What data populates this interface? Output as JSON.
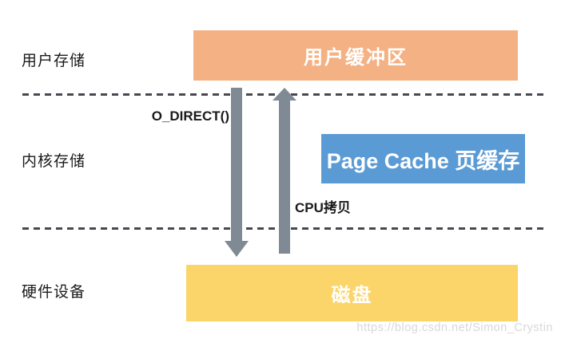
{
  "diagram": {
    "layers": {
      "user": {
        "label": "用户存储"
      },
      "kernel": {
        "label": "内核存储"
      },
      "hardware": {
        "label": "硬件设备"
      }
    },
    "boxes": {
      "user_buffer": {
        "label": "用户缓冲区",
        "color": "#F4B183"
      },
      "page_cache": {
        "label": "Page Cache 页缓存",
        "color": "#5B9BD5"
      },
      "disk": {
        "label": "磁盘",
        "color": "#FBD56A"
      }
    },
    "arrows": {
      "odirect": {
        "label": "O_DIRECT()",
        "direction": "down",
        "color": "#7F8A95"
      },
      "cpu_copy": {
        "label": "CPU拷贝",
        "direction": "up",
        "color": "#7F8A95"
      }
    },
    "boundary_line_color": "#47474F",
    "watermark": "https://blog.csdn.net/Simon_Crystin"
  }
}
